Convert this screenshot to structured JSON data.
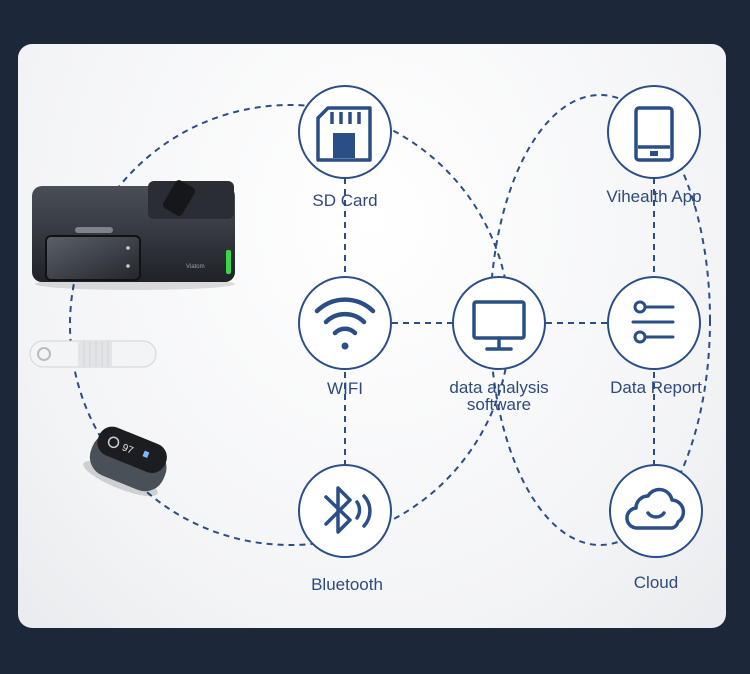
{
  "colors": {
    "page_background": "#1d273a",
    "line": "#2a4e86",
    "icon": "#2a4e86",
    "node_fill": "#ffffff",
    "label_text": "#2f4a7a"
  },
  "nodes": {
    "sd_card": {
      "label": "SD Card",
      "icon": "sd-card-icon"
    },
    "wifi": {
      "label": "WIFI",
      "icon": "wifi-icon"
    },
    "bluetooth": {
      "label": "Bluetooth",
      "icon": "bluetooth-icon"
    },
    "software": {
      "label_line1": "data analysis",
      "label_line2": "software",
      "icon": "monitor-icon"
    },
    "app": {
      "label": "Vihealth App",
      "icon": "smartphone-icon"
    },
    "report": {
      "label": "Data Report",
      "icon": "report-list-icon"
    },
    "cloud": {
      "label": "Cloud",
      "icon": "cloud-icon"
    }
  },
  "devices": {
    "cpap": {
      "brand_text": "Viatom",
      "icon": "cpap-machine-image"
    },
    "sensor": {
      "icon": "wearable-sensor-image"
    },
    "oximeter": {
      "reading": "97",
      "icon": "pulse-oximeter-image"
    }
  }
}
